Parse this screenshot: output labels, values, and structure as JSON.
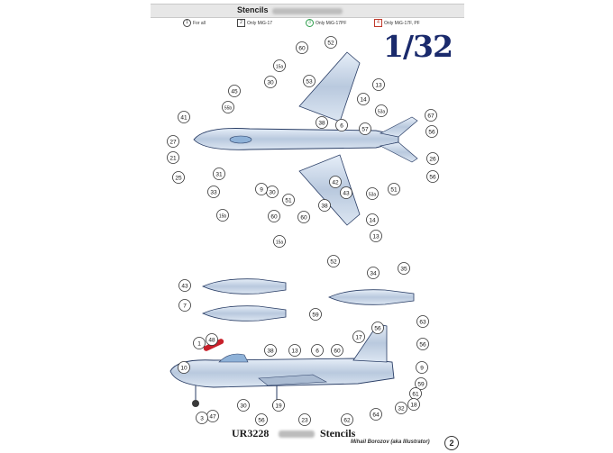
{
  "header": {
    "title": "Stencils"
  },
  "legend": [
    {
      "mark": "1",
      "text": "For all"
    },
    {
      "mark": "2",
      "text": "Only MiG-17"
    },
    {
      "mark": "3",
      "text": "Only MiG-17PF"
    },
    {
      "mark": "4",
      "text": "Only MiG-17F, PF"
    }
  ],
  "scale": "1/32",
  "footer": {
    "code": "UR3228",
    "name": "Stencils",
    "credit": "Mihail Borozov (aka Illustrator)",
    "page": "2"
  },
  "callouts_top": [
    "52",
    "60",
    "15a",
    "30",
    "45",
    "55b",
    "41",
    "27",
    "21",
    "25",
    "53",
    "31",
    "33",
    "15b",
    "51",
    "60",
    "13",
    "14",
    "53a",
    "38",
    "6",
    "57",
    "67",
    "56",
    "26",
    "56",
    "51",
    "42",
    "43",
    "53a",
    "30",
    "60",
    "14",
    "13",
    "38",
    "15a",
    "52",
    "9"
  ],
  "callouts_tanks": [
    "43",
    "7",
    "59",
    "34",
    "35"
  ],
  "callouts_side": [
    "1",
    "48",
    "38",
    "13",
    "6",
    "60",
    "17",
    "56",
    "10",
    "56",
    "63",
    "9",
    "59",
    "61",
    "18",
    "30",
    "19",
    "47",
    "3",
    "56",
    "23",
    "62",
    "64",
    "32"
  ],
  "colors": {
    "metal": "#c9d6e8",
    "outline": "#2a3e66",
    "red_flag": "#c8202a",
    "green_marker": "#2e9e4d"
  }
}
